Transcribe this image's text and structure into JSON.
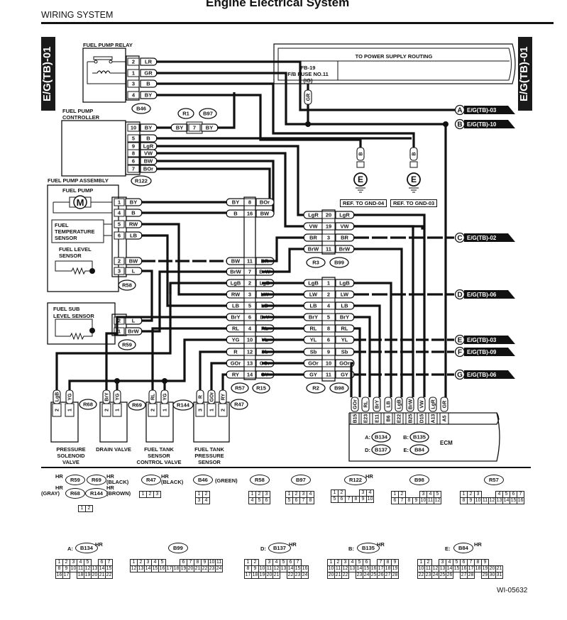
{
  "header": {
    "title": "Engine Electrical System",
    "subtitle": "WIRING SYSTEM",
    "side_tab_left": "E/G(TB)-01",
    "side_tab_right": "E/G(TB)-01",
    "doc_id": "WI-05632"
  },
  "power_box": {
    "title": "TO POWER SUPPLY ROUTING",
    "fuse_lines": [
      "FB-19",
      "F/B FUSE NO.11",
      "(IG)"
    ],
    "wire_color": "GR"
  },
  "grounds": [
    {
      "wire": "B",
      "symbol": "E",
      "label": "REF. TO GND-04"
    },
    {
      "wire": "B",
      "symbol": "E",
      "label": "REF. TO GND-03"
    }
  ],
  "offpage_refs": [
    {
      "letter": "A",
      "ref": "E/G(TB)-03"
    },
    {
      "letter": "B",
      "ref": "E/G(TB)-10"
    },
    {
      "letter": "C",
      "ref": "E/G(TB)-02"
    },
    {
      "letter": "D",
      "ref": "E/G(TB)-06"
    },
    {
      "letter": "E",
      "ref": "E/G(TB)-03"
    },
    {
      "letter": "F",
      "ref": "E/G(TB)-09"
    },
    {
      "letter": "G",
      "ref": "E/G(TB)-06"
    }
  ],
  "components": {
    "fuel_pump_relay": {
      "name": "FUEL PUMP RELAY",
      "connector": "B46",
      "pins": [
        {
          "pin": "2",
          "wire": "LR"
        },
        {
          "pin": "1",
          "wire": "GR"
        },
        {
          "pin": "3",
          "wire": "B"
        },
        {
          "pin": "4",
          "wire": "BY"
        }
      ]
    },
    "fuel_pump_controller": {
      "name_lines": [
        "FUEL PUMP",
        "CONTROLLER"
      ],
      "connector": "R122",
      "pins": [
        {
          "pin": "10",
          "wire": "BY"
        },
        {
          "pin": "5",
          "wire": "B"
        },
        {
          "pin": "9",
          "wire": "LgR"
        },
        {
          "pin": "8",
          "wire": "VW"
        },
        {
          "pin": "6",
          "wire": "BW"
        },
        {
          "pin": "7",
          "wire": "BOr"
        }
      ]
    },
    "joint_r1_b97": {
      "connectors": [
        "R1",
        "B97"
      ],
      "pin": "7",
      "wire_left": "BY",
      "wire_right": "BY"
    },
    "fuel_pump_assembly": {
      "name": "FUEL PUMP ASSEMBLY",
      "fuel_pump": "FUEL PUMP",
      "motor_symbol": "M",
      "temp_sensor_lines": [
        "FUEL",
        "TEMPERATURE",
        "SENSOR"
      ],
      "level_sensor_lines": [
        "FUEL LEVEL",
        "SENSOR"
      ],
      "connector": "R58",
      "pins": [
        {
          "pin": "1",
          "wire": "BY"
        },
        {
          "pin": "4",
          "wire": "B"
        },
        {
          "pin": "5",
          "wire": "RW"
        },
        {
          "pin": "6",
          "wire": "LB"
        },
        {
          "pin": "2",
          "wire": "BW"
        },
        {
          "pin": "3",
          "wire": "L"
        }
      ]
    },
    "fuel_sub_level_sensor": {
      "name_lines": [
        "FUEL SUB",
        "LEVEL SENSOR"
      ],
      "connector": "R59",
      "pins": [
        {
          "pin": "2",
          "wire": "L"
        },
        {
          "pin": "1",
          "wire": "BrW"
        }
      ]
    },
    "valves": [
      {
        "name_lines": [
          "PRESSURE",
          "SOLENOID",
          "VALVE"
        ],
        "connector": "R68",
        "pins": [
          {
            "pin": "2",
            "wire": "LgB"
          },
          {
            "pin": "1",
            "wire": "YG"
          }
        ]
      },
      {
        "name_lines": [
          "DRAIN VALVE"
        ],
        "connector": "R69",
        "pins": [
          {
            "pin": "2",
            "wire": "BrY"
          },
          {
            "pin": "1",
            "wire": "YG"
          }
        ]
      },
      {
        "name_lines": [
          "FUEL TANK",
          "SENSOR",
          "CONTROL VALVE"
        ],
        "connector": "R144",
        "pins": [
          {
            "pin": "2",
            "wire": "RL"
          },
          {
            "pin": "1",
            "wire": "YG"
          }
        ]
      },
      {
        "name_lines": [
          "FUEL TANK",
          "PRESSURE",
          "SENSOR"
        ],
        "connector": "R47",
        "pins": [
          {
            "pin": "3",
            "wire": "R"
          },
          {
            "pin": "1",
            "wire": "GOr"
          },
          {
            "pin": "2",
            "wire": "RY"
          }
        ]
      }
    ],
    "joint_r57_r15": {
      "connectors": [
        "R57",
        "R15"
      ],
      "rows": [
        {
          "left": "BY",
          "pin": "8",
          "right": "BOr"
        },
        {
          "left": "B",
          "pin": "16",
          "right": "BW"
        },
        {
          "left": "BW",
          "pin": "11",
          "right": "BR"
        },
        {
          "left": "BrW",
          "pin": "7",
          "right": "BrW"
        },
        {
          "left": "LgB",
          "pin": "2",
          "right": "LgB"
        },
        {
          "left": "RW",
          "pin": "3",
          "right": "LW"
        },
        {
          "left": "LB",
          "pin": "5",
          "right": "LB"
        },
        {
          "left": "BrY",
          "pin": "6",
          "right": "BrY"
        },
        {
          "left": "RL",
          "pin": "4",
          "right": "RL"
        },
        {
          "left": "YG",
          "pin": "10",
          "right": "YL"
        },
        {
          "left": "R",
          "pin": "12",
          "right": "Sb"
        },
        {
          "left": "GOr",
          "pin": "13",
          "right": "GOr"
        },
        {
          "left": "RY",
          "pin": "14",
          "right": "GY"
        }
      ]
    },
    "joint_r3_b99": {
      "connectors": [
        "R3",
        "B99"
      ],
      "rows": [
        {
          "left": "LgR",
          "pin": "20",
          "right": "LgR"
        },
        {
          "left": "VW",
          "pin": "19",
          "right": "VW"
        },
        {
          "left": "BR",
          "pin": "3",
          "right": "BR"
        },
        {
          "left": "BrW",
          "pin": "11",
          "right": "BrW"
        }
      ]
    },
    "joint_r2_b98": {
      "connectors": [
        "R2",
        "B98"
      ],
      "rows": [
        {
          "left": "LgB",
          "pin": "1",
          "right": "LgB"
        },
        {
          "left": "LW",
          "pin": "2",
          "right": "LW"
        },
        {
          "left": "LB",
          "pin": "4",
          "right": "LB"
        },
        {
          "left": "BrY",
          "pin": "5",
          "right": "BrY"
        },
        {
          "left": "RL",
          "pin": "8",
          "right": "RL"
        },
        {
          "left": "YL",
          "pin": "6",
          "right": "YL"
        },
        {
          "left": "Sb",
          "pin": "9",
          "right": "Sb"
        },
        {
          "left": "GOr",
          "pin": "10",
          "right": "GOr"
        },
        {
          "left": "GY",
          "pin": "11",
          "right": "GY"
        }
      ]
    },
    "ecm": {
      "name": "ECM",
      "connector_map": [
        {
          "key": "A:",
          "conn": "B134"
        },
        {
          "key": "B:",
          "conn": "B135"
        },
        {
          "key": "D:",
          "conn": "B137"
        },
        {
          "key": "E:",
          "conn": "B84"
        }
      ],
      "pins": [
        {
          "wire": "GOr",
          "pin": "B15"
        },
        {
          "wire": "RL",
          "pin": "E23"
        },
        {
          "wire": "BrY",
          "pin": "E11"
        },
        {
          "wire": "LB",
          "pin": "B6"
        },
        {
          "wire": "LgB",
          "pin": "E22"
        },
        {
          "wire": "BrW",
          "pin": "B25"
        },
        {
          "wire": "VW",
          "pin": "D15"
        },
        {
          "wire": "LgR",
          "pin": "A13"
        },
        {
          "wire": "GR",
          "pin": "A5"
        }
      ]
    }
  },
  "connector_views": {
    "group1": {
      "tags": [
        "HR",
        "HR",
        "HR",
        "HR"
      ],
      "names": [
        "R59",
        "R69",
        "R68",
        "R144"
      ],
      "colors": [
        "(BLACK)",
        "(GRAY)",
        "(BROWN)"
      ],
      "pins": [
        [
          "1",
          "2"
        ]
      ]
    },
    "r47": {
      "name": "R47",
      "tag": "HR",
      "color": "(BLACK)",
      "pins": [
        [
          "1",
          "2",
          "3"
        ]
      ]
    },
    "b46": {
      "name": "B46",
      "color": "(GREEN)",
      "pins": [
        [
          "1",
          "2"
        ],
        [
          "3",
          "4"
        ]
      ]
    },
    "r58": {
      "name": "R58",
      "pins": [
        [
          "1",
          "2",
          "3"
        ],
        [
          "4",
          "5",
          "6"
        ]
      ]
    },
    "b97": {
      "name": "B97",
      "pins": [
        [
          "1",
          "2",
          "3",
          "4"
        ],
        [
          "5",
          "6",
          "7",
          "8"
        ]
      ]
    },
    "r122": {
      "name": "R122",
      "tag": "HR",
      "pins": [
        [
          "1",
          "2",
          "",
          "",
          "3",
          "4"
        ],
        [
          "5",
          "6",
          "7",
          "8",
          "9",
          "10"
        ]
      ]
    },
    "b98": {
      "name": "B98",
      "pins": [
        [
          "1",
          "2",
          "",
          "",
          "3",
          "4",
          "5"
        ],
        [
          "6",
          "7",
          "8",
          "9",
          "10",
          "11",
          "12"
        ]
      ]
    },
    "r57": {
      "name": "R57",
      "pins": [
        [
          "1",
          "2",
          "3",
          "",
          "",
          "4",
          "5",
          "6",
          "7"
        ],
        [
          "8",
          "9",
          "10",
          "11",
          "12",
          "13",
          "14",
          "15",
          "16"
        ]
      ]
    },
    "b134": {
      "prefix": "A:",
      "name": "B134",
      "tag": "HR",
      "pins": [
        [
          "1",
          "2",
          "3",
          "4",
          "5",
          "",
          "6",
          "7"
        ],
        [
          "8",
          "9",
          "10",
          "11",
          "12",
          "13",
          "14",
          "15"
        ],
        [
          "16",
          "17",
          "",
          "18",
          "19",
          "20",
          "21",
          "22"
        ]
      ]
    },
    "b99": {
      "name": "B99",
      "pins": [
        [
          "1",
          "2",
          "3",
          "4",
          "5",
          "",
          "",
          "6",
          "7",
          "8",
          "9",
          "10",
          "11"
        ],
        [
          "12",
          "13",
          "14",
          "15",
          "16",
          "17",
          "18",
          "19",
          "20",
          "21",
          "22",
          "23",
          "24"
        ]
      ]
    },
    "b137": {
      "prefix": "D:",
      "name": "B137",
      "tag": "HR",
      "pins": [
        [
          "1",
          "2",
          "",
          "3",
          "4",
          "5",
          "6",
          "7"
        ],
        [
          "8",
          "9",
          "10",
          "11",
          "12",
          "13",
          "14",
          "15",
          "16"
        ],
        [
          "17",
          "18",
          "19",
          "20",
          "21",
          "",
          "22",
          "23",
          "24"
        ]
      ]
    },
    "b135": {
      "prefix": "B:",
      "name": "B135",
      "tag": "HR",
      "pins": [
        [
          "1",
          "2",
          "3",
          "4",
          "5",
          "6",
          "",
          "7",
          "8",
          "9"
        ],
        [
          "10",
          "11",
          "12",
          "13",
          "14",
          "15",
          "16",
          "17",
          "18",
          "19"
        ],
        [
          "20",
          "21",
          "22",
          "",
          "23",
          "24",
          "25",
          "26",
          "27",
          "28"
        ]
      ]
    },
    "b84": {
      "prefix": "E:",
      "name": "B84",
      "tag": "HR",
      "pins": [
        [
          "1",
          "2",
          "",
          "3",
          "4",
          "5",
          "6",
          "7",
          "8",
          "9"
        ],
        [
          "10",
          "11",
          "12",
          "13",
          "14",
          "15",
          "16",
          "17",
          "18",
          "19",
          "20",
          "21"
        ],
        [
          "22",
          "23",
          "24",
          "25",
          "26",
          "",
          "27",
          "28",
          "",
          "29",
          "30",
          "31"
        ]
      ]
    }
  }
}
